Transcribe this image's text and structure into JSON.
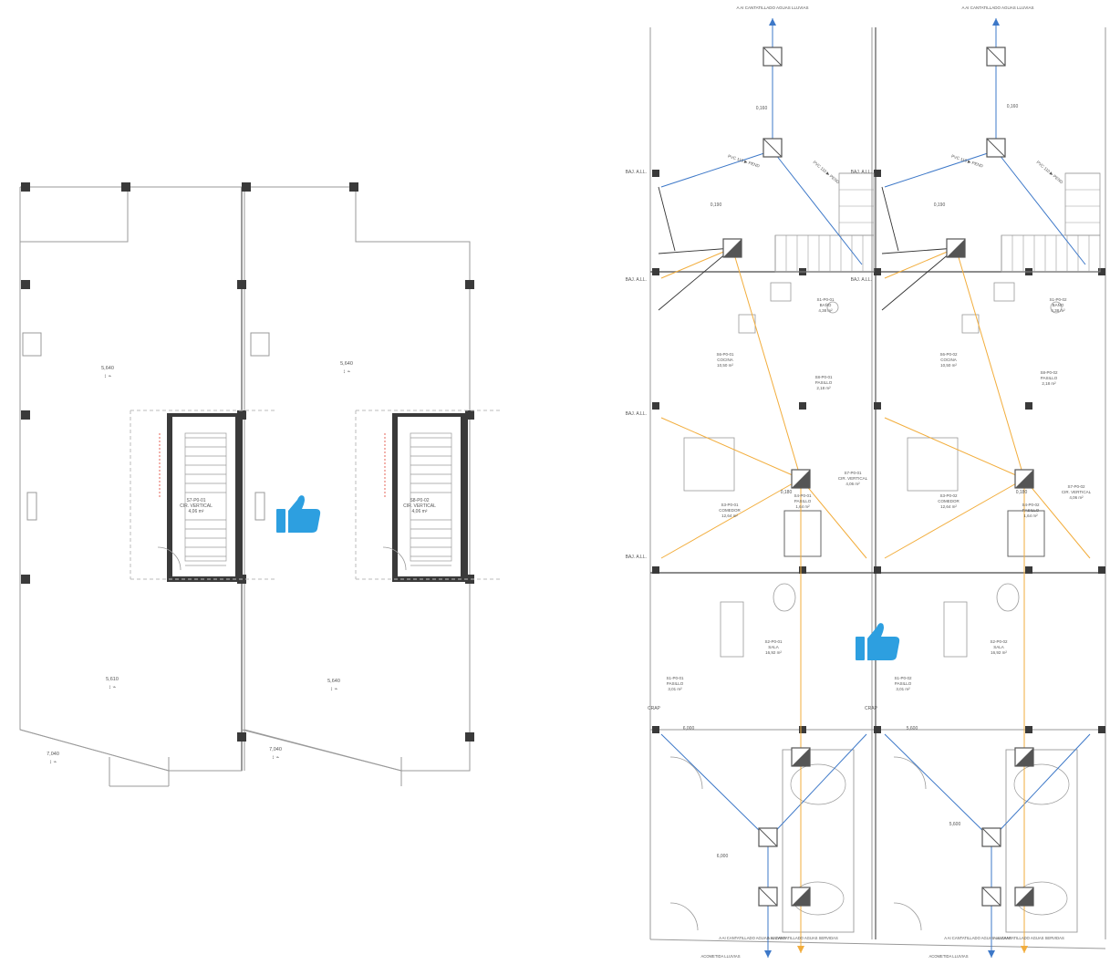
{
  "colors": {
    "wall": "#3a3a3a",
    "thin": "#9a9a9a",
    "storm": "#3d78c8",
    "sewage": "#f2ad3c",
    "like": "#2d9fe0",
    "box": "#555555"
  },
  "icons": {
    "like_left": "thumbs-up-icon",
    "like_right": "thumbs-up-icon"
  },
  "left_plan": {
    "levels": [
      "5,640",
      "5,640",
      "5,610",
      "5,640",
      "7,040",
      "7,040"
    ],
    "rooms": [
      {
        "code": "S7-P0-01",
        "name": "CIR. VERTICAL",
        "area": "4,06 m²"
      },
      {
        "code": "S8-P0-02",
        "name": "CIR. VERTICAL",
        "area": "4,06 m²"
      }
    ]
  },
  "right_plan": {
    "top_outlets": [
      "A AI CANTATILLADO AGUAS LLUVIAS",
      "A AI CANTATILLADO AGUAS LLUVIAS"
    ],
    "levels": [
      "0,160",
      "0,160",
      "0,190",
      "0,190",
      "0,180",
      "0,180",
      "6,000",
      "5,600"
    ],
    "bajadas": [
      "BAJ. A.LL.",
      "BAJ. A.LL.",
      "BAJ. A.LL.",
      "BAJ. A.LL.",
      "BAJ. A.LL.",
      "BAJ. A.LL."
    ],
    "pipe_labels": [
      "PVC 110 ▶ PEND",
      "PVC 110 ▶ PEND",
      "PVC 110 ▶ PEND",
      "PVC 110 ▶ PEND"
    ],
    "rooms": [
      {
        "code": "S1-P0-01",
        "name": "BAÑO",
        "area": "4,38 m²"
      },
      {
        "code": "S1-P0-02",
        "name": "BAÑO",
        "area": "4,38 m²"
      },
      {
        "code": "S6-P0-01",
        "name": "COCINA",
        "area": "10,50 m²"
      },
      {
        "code": "S6-P0-02",
        "name": "COCINA",
        "area": "10,50 m²"
      },
      {
        "code": "S8-P0-01",
        "name": "PASILLO",
        "area": "2,18 m²"
      },
      {
        "code": "S8-P0-02",
        "name": "PASILLO",
        "area": "2,18 m²"
      },
      {
        "code": "S7-P0-01",
        "name": "CIR. VERTICAL",
        "area": "4,06 m²"
      },
      {
        "code": "S7-P0-02",
        "name": "CIR. VERTICAL",
        "area": "4,06 m²"
      },
      {
        "code": "S3-P0-01",
        "name": "COMEDOR",
        "area": "12,64 m²"
      },
      {
        "code": "S3-P0-02",
        "name": "COMEDOR",
        "area": "12,64 m²"
      },
      {
        "code": "S4-P0-01",
        "name": "PASILLO",
        "area": "1,64 m²"
      },
      {
        "code": "S4-P0-02",
        "name": "PASILLO",
        "area": "1,64 m²"
      },
      {
        "code": "S2-P0-01",
        "name": "SALA",
        "area": "16,92 m²"
      },
      {
        "code": "S2-P0-02",
        "name": "SALA",
        "area": "16,92 m²"
      },
      {
        "code": "S1-P0-01",
        "name": "PASILLO",
        "area": "3,01 m²"
      },
      {
        "code": "S1-P0-02",
        "name": "PASILLO",
        "area": "3,01 m²"
      }
    ],
    "bottom_outlets": [
      "A AI CANTATILLADO AGUAS LLUVIAS",
      "A AI CANTATILLADO AGUAS SERVIDAS",
      "A AI CANTATILLADO AGUAS LLUVIAS",
      "A AI CANTATILLADO AGUAS SERVIDAS"
    ],
    "acometidas": [
      "ACOMETIDA LLUVIAS",
      "ACOMETIDA LLUVIAS"
    ],
    "crap_labels": [
      "CRAP",
      "CRAP"
    ]
  }
}
